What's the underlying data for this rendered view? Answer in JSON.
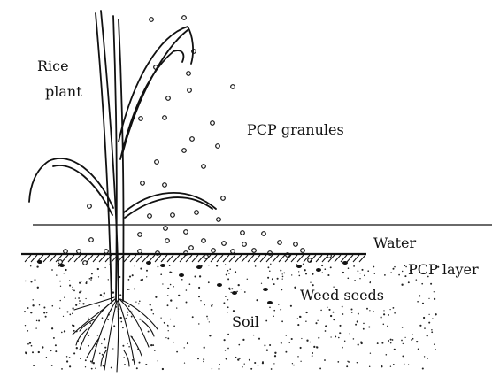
{
  "labels": {
    "rice_plant_line1": "Rice",
    "rice_plant_line2": "plant",
    "pcp_granules": "PCP granules",
    "water": "Water",
    "pcp_layer": "PCP layer",
    "weed_seeds": "Weed seeds",
    "soil": "Soil"
  },
  "colors": {
    "ink": "#111111",
    "background": "#ffffff"
  }
}
